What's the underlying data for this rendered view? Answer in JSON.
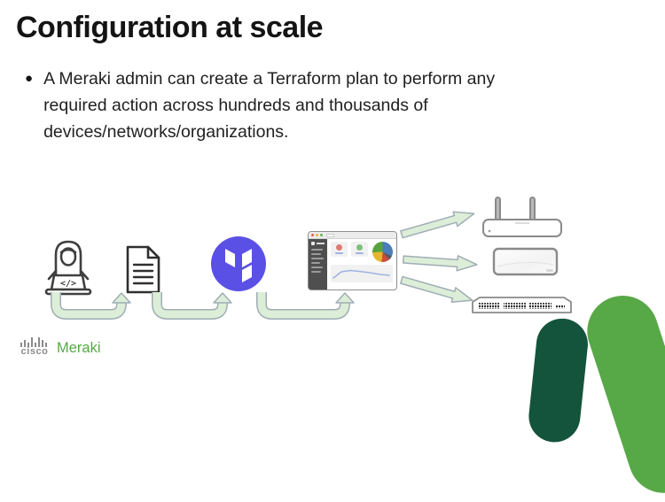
{
  "slide": {
    "title": "Configuration at scale",
    "bullet_marker": "●",
    "bullet": "A Meraki admin can create a Terraform plan to perform any required action across hundreds and thousands of devices/networks/organizations."
  },
  "footer": {
    "cisco": "cisco",
    "meraki": "Meraki"
  },
  "diagram": {
    "laptop_code_glyph": "</>",
    "icons": [
      "developer-laptop-icon",
      "document-icon",
      "terraform-logo-icon",
      "meraki-dashboard-icon",
      "wireless-gateway-icon",
      "access-point-icon",
      "switch-icon",
      "u-flow-arrow",
      "straight-flow-arrow"
    ]
  },
  "colors": {
    "terraform_purple": "#5b50e5",
    "meraki_green": "#57a846",
    "pill_dark_green": "#14543c",
    "pill_light_green": "#57a846",
    "arrow_fill": "#ddeed8",
    "arrow_stroke": "#9fadb5",
    "icon_outline": "#3f3f3f",
    "device_outline": "#8a8a8a"
  }
}
